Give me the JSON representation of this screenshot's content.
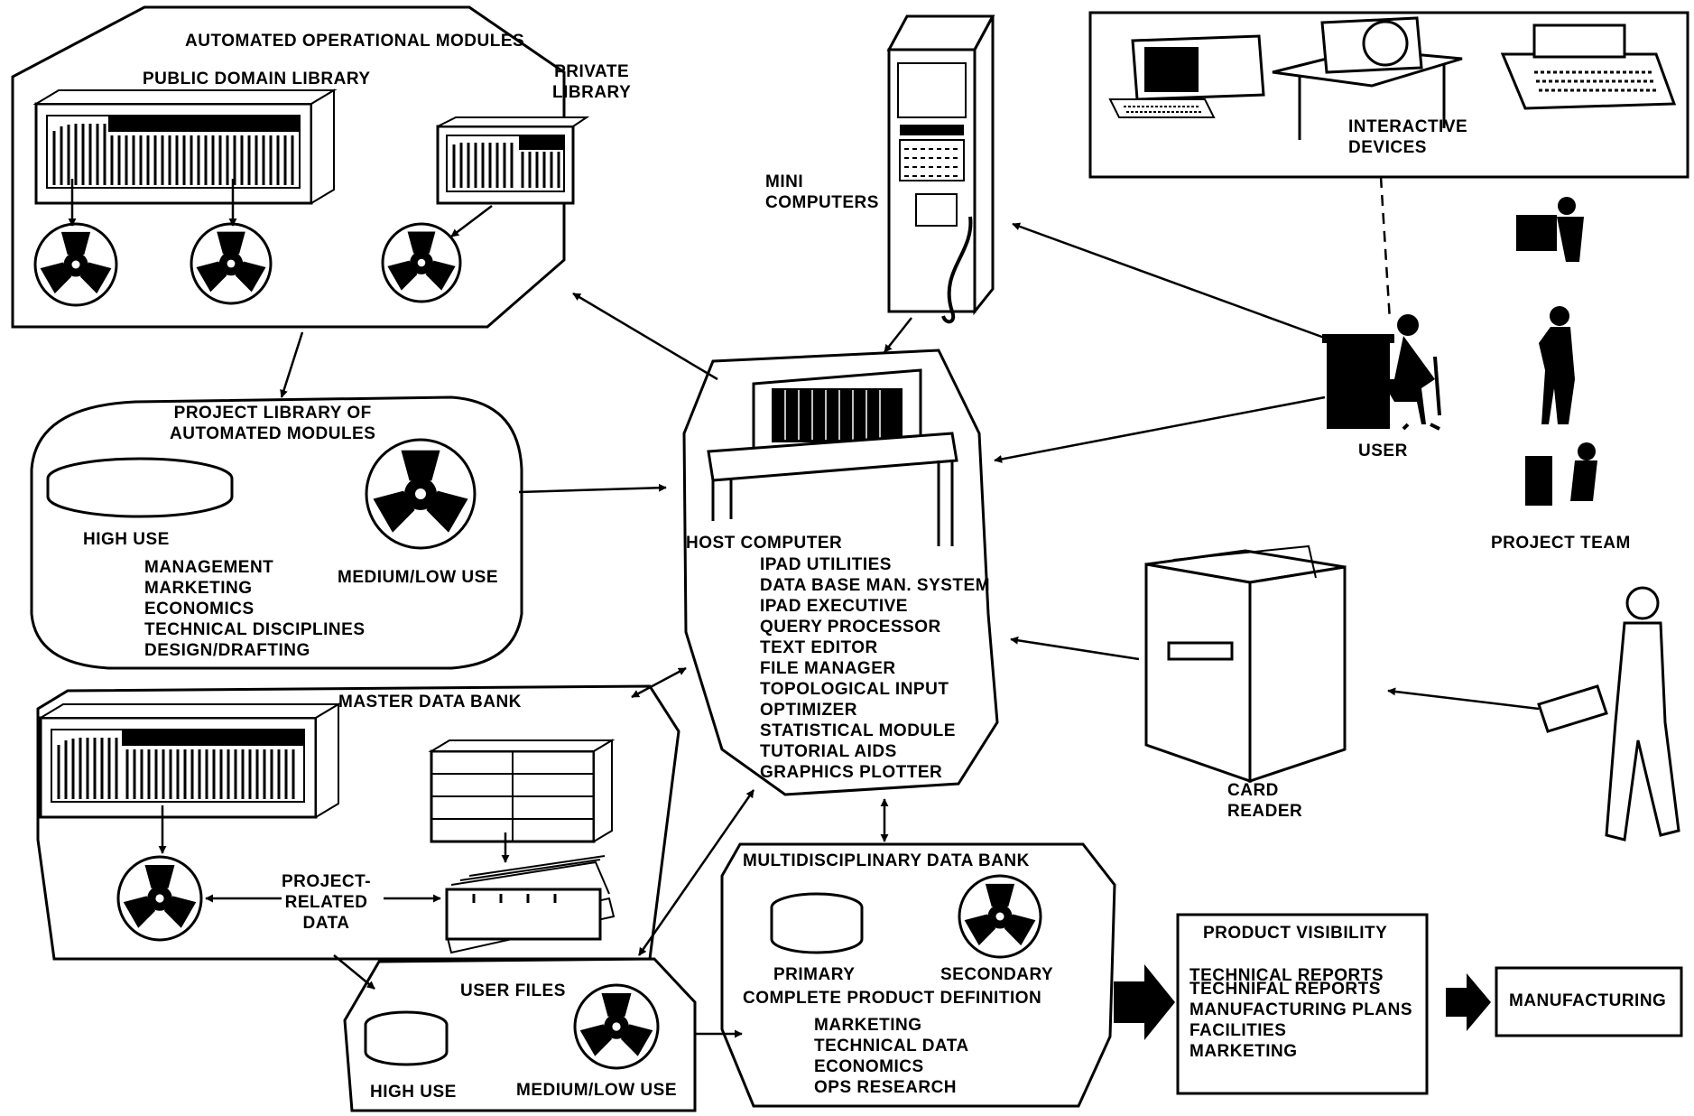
{
  "colors": {
    "ink": "#000000",
    "paper": "#ffffff"
  },
  "modules": {
    "title": "AUTOMATED OPERATIONAL MODULES",
    "public_library": "PUBLIC DOMAIN LIBRARY",
    "private_library": [
      "PRIVATE",
      "LIBRARY"
    ]
  },
  "mini_computers": [
    "MINI",
    "COMPUTERS"
  ],
  "interactive_devices": [
    "INTERACTIVE",
    "DEVICES"
  ],
  "user": "USER",
  "project_team": "PROJECT TEAM",
  "project_library": {
    "title": [
      "PROJECT LIBRARY OF",
      "AUTOMATED MODULES"
    ],
    "high_use": "HIGH USE",
    "medium_low_use": "MEDIUM/LOW USE",
    "items": [
      "MANAGEMENT",
      "MARKETING",
      "ECONOMICS",
      "TECHNICAL DISCIPLINES",
      "DESIGN/DRAFTING"
    ]
  },
  "host": {
    "title": "HOST COMPUTER",
    "items": [
      "IPAD UTILITIES",
      "DATA BASE MAN. SYSTEM",
      "IPAD EXECUTIVE",
      "QUERY PROCESSOR",
      "TEXT EDITOR",
      "FILE MANAGER",
      "TOPOLOGICAL INPUT",
      "OPTIMIZER",
      "STATISTICAL MODULE",
      "TUTORIAL AIDS",
      "GRAPHICS PLOTTER"
    ]
  },
  "card_reader": [
    "CARD",
    "READER"
  ],
  "master_data_bank": {
    "title": "MASTER DATA BANK",
    "project_related": [
      "PROJECT-",
      "RELATED",
      "DATA"
    ]
  },
  "user_files": {
    "title": "USER FILES",
    "high_use": "HIGH USE",
    "medium_low_use": "MEDIUM/LOW USE"
  },
  "multidisciplinary": {
    "title": "MULTIDISCIPLINARY DATA BANK",
    "primary": "PRIMARY",
    "secondary": "SECONDARY",
    "subtitle": "COMPLETE PRODUCT DEFINITION",
    "items": [
      "MARKETING",
      "TECHNICAL DATA",
      "ECONOMICS",
      "OPS RESEARCH"
    ]
  },
  "product_visibility": {
    "title": "PRODUCT VISIBILITY",
    "items": [
      "TECHNICAL REPORTS",
      "TECHNIFAL REPORTS",
      "MANUFACTURING PLANS",
      "FACILITIES",
      "MARKETING"
    ]
  },
  "manufacturing": "MANUFACTURING"
}
